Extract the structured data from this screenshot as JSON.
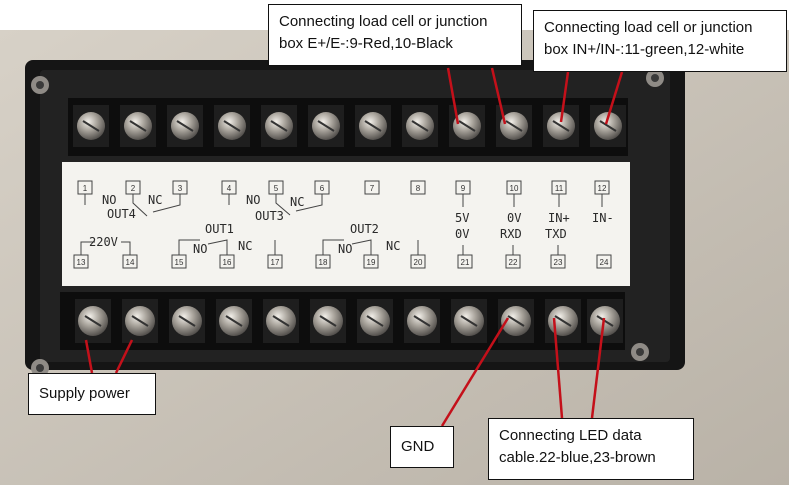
{
  "callouts": {
    "load_cell_excitation": "Connecting load cell or junction box E+/E-:9-Red,10-Black",
    "load_cell_signal": "Connecting load cell or junction box IN+/IN-:11-green,12-white",
    "supply_power": "Supply power",
    "gnd": "GND",
    "led_data_cable": "Connecting LED data cable.22-blue,23-brown"
  },
  "panel": {
    "top_terminal_numbers": [
      "1",
      "2",
      "3",
      "4",
      "5",
      "6",
      "7",
      "8",
      "9",
      "10",
      "11",
      "12"
    ],
    "bottom_terminal_numbers": [
      "13",
      "14",
      "15",
      "16",
      "17",
      "18",
      "19",
      "20",
      "21",
      "22",
      "23",
      "24"
    ],
    "out4": "OUT4",
    "out3": "OUT3",
    "out1": "OUT1",
    "out2": "OUT2",
    "no": "NO",
    "nc": "NC",
    "voltage": "220V",
    "pin9_top": "5V",
    "pin9_bottom": "0V",
    "pin10_top": "0V",
    "pin10_bottom": "RXD",
    "pin11_top": "IN+",
    "pin11_bottom": "TXD",
    "pin12_top": "IN-"
  },
  "colors": {
    "wall": "#cfc8bd",
    "housing": "#1a1a1a",
    "label_plate": "#f4f3ef",
    "pointer": "#c4101a"
  }
}
